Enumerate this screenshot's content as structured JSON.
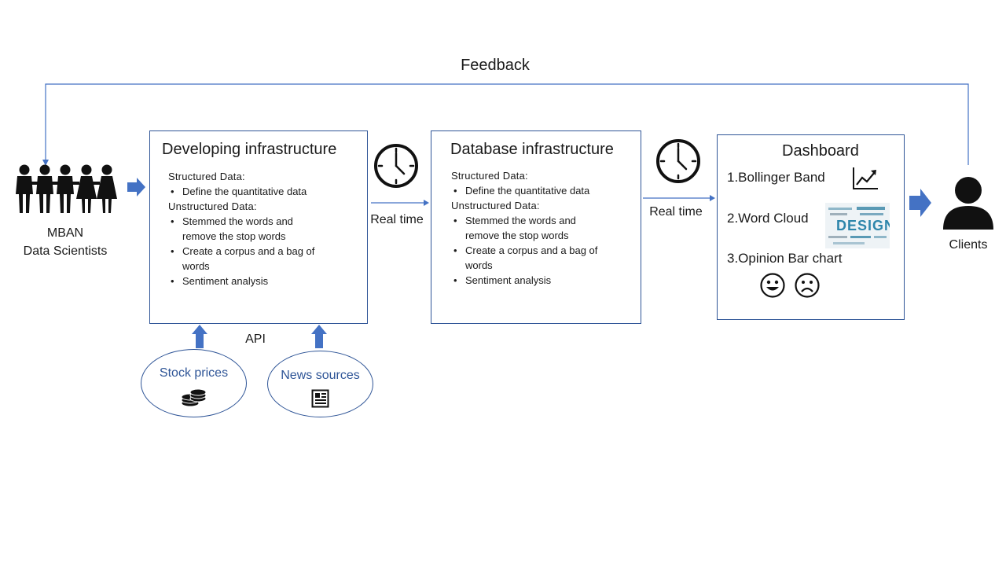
{
  "feedback_label": "Feedback",
  "mban": {
    "line1": "MBAN",
    "line2": "Data Scientists"
  },
  "clients_label": "Clients",
  "api_label": "API",
  "realtime_label_1": "Real time",
  "realtime_label_2": "Real time",
  "developing": {
    "title": "Developing infrastructure",
    "structured": "Structured Data:",
    "b1": "Define the quantitative data",
    "unstructured": "Unstructured Data:",
    "b2a": "Stemmed the words and",
    "b2b": "remove the stop words",
    "b3a": "Create a corpus and a bag of",
    "b3b": "words",
    "b4": "Sentiment analysis"
  },
  "database": {
    "title": "Database infrastructure",
    "structured": "Structured Data:",
    "b1": "Define the quantitative data",
    "unstructured": "Unstructured Data:",
    "b2a": "Stemmed the words and",
    "b2b": "remove the stop words",
    "b3a": "Create a corpus and a bag of",
    "b3b": "words",
    "b4": "Sentiment analysis"
  },
  "dashboard": {
    "title": "Dashboard",
    "item1": "1.Bollinger  Band",
    "item2": "2.Word Cloud",
    "item3": "3.Opinion Bar chart"
  },
  "stock_prices": "Stock prices",
  "news_sources": "News sources",
  "wordcloud_word": "DESIGN",
  "colors": {
    "accent": "#4472c4",
    "border": "#2f5597",
    "text": "#1a1a1a"
  }
}
